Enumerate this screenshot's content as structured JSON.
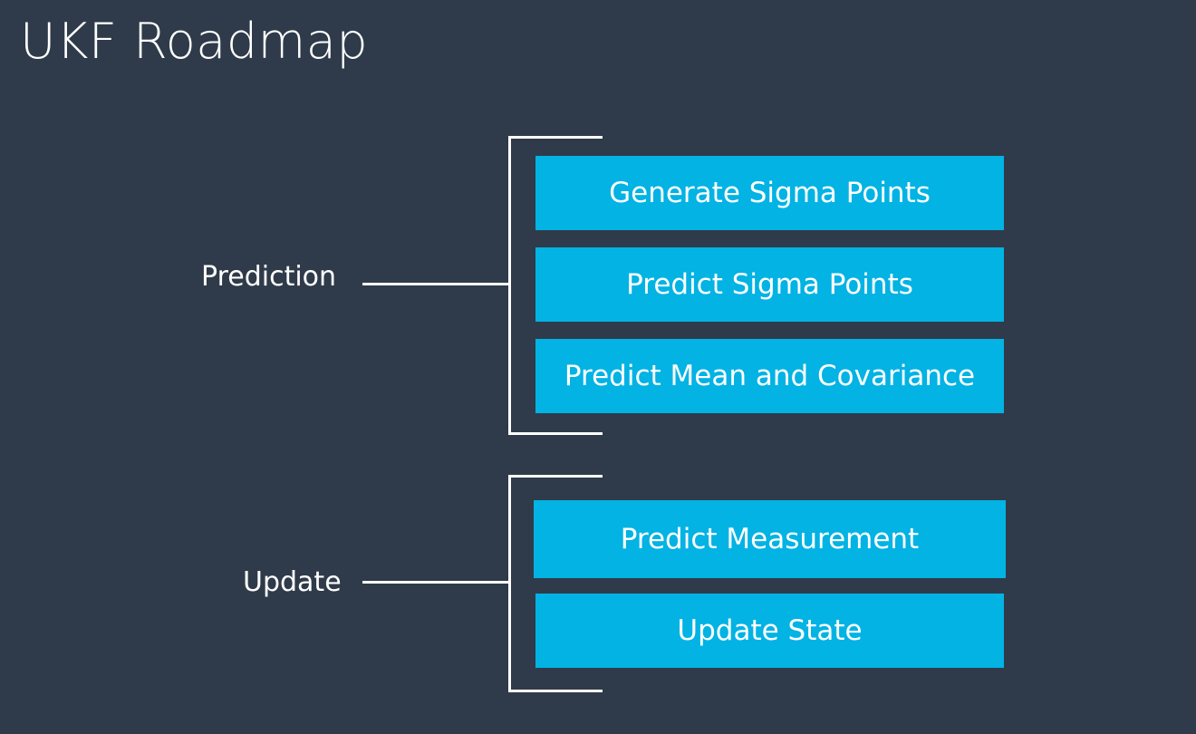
{
  "title": "UKF Roadmap",
  "colors": {
    "background": "#2f3b4a",
    "step_box": "#02b3e4",
    "text": "#ffffff"
  },
  "groups": [
    {
      "label": "Prediction",
      "steps": [
        "Generate Sigma Points",
        "Predict Sigma Points",
        "Predict Mean and Covariance"
      ]
    },
    {
      "label": "Update",
      "steps": [
        "Predict Measurement",
        "Update State"
      ]
    }
  ]
}
